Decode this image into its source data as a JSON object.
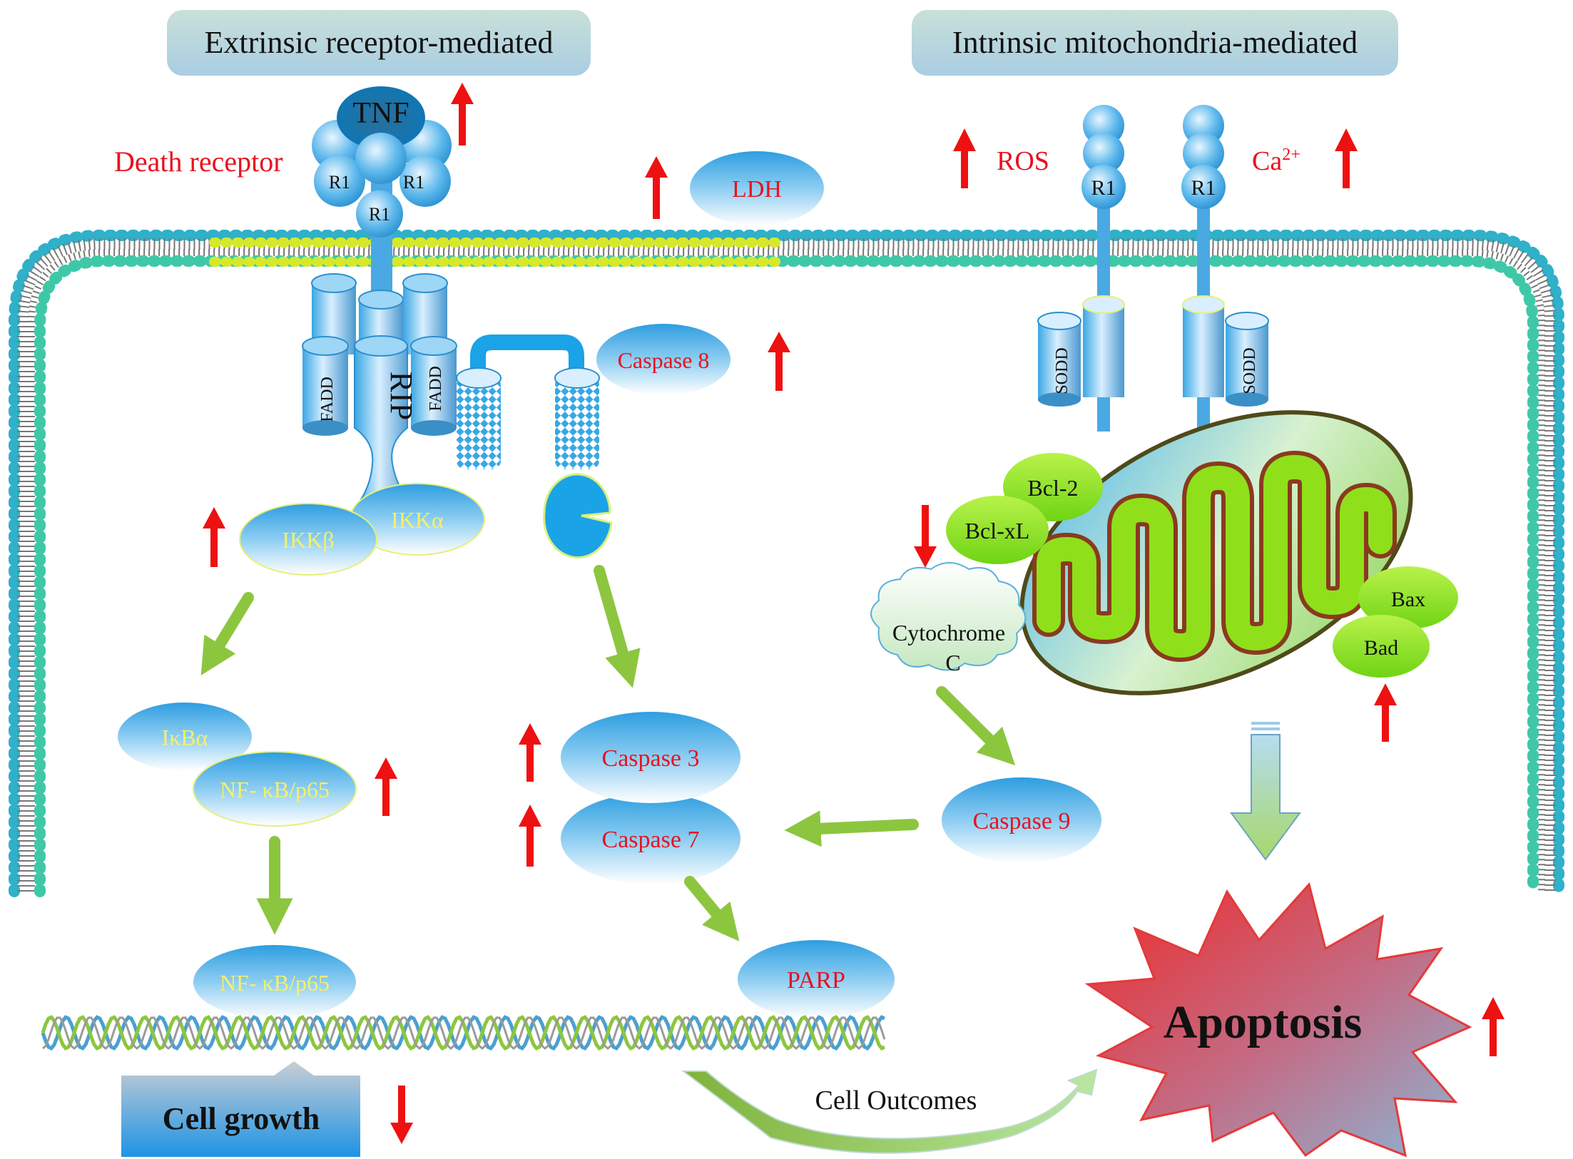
{
  "headers": {
    "extrinsic": "Extrinsic receptor-mediated",
    "intrinsic": "Intrinsic mitochondria-mediated"
  },
  "receptor": {
    "tnf": "TNF",
    "r1": "R1",
    "death_receptor": "Death receptor",
    "fadd": "FADD",
    "rip": "RIP",
    "sodd": "SODD"
  },
  "nodes": {
    "ldh": "LDH",
    "caspase8": "Caspase 8",
    "ikk_beta": "IKKβ",
    "ikk_alpha": "IKKα",
    "ikb_alpha": "IκBα",
    "nfkb_cyto": "NF- κB/p65",
    "nfkb_nuclear": "NF- κB/p65",
    "caspase3": "Caspase 3",
    "caspase7": "Caspase 7",
    "parp": "PARP",
    "caspase9": "Caspase 9",
    "cytochrome_line1": "Cytochrome",
    "cytochrome_line2": "C",
    "bcl2": "Bcl-2",
    "bclxl": "Bcl-xL",
    "bax": "Bax",
    "bad": "Bad",
    "ros": "ROS",
    "ca": "Ca",
    "ca_sup": "2+"
  },
  "outcomes": {
    "cell_growth": "Cell growth",
    "apoptosis": "Apoptosis",
    "cell_outcomes": "Cell Outcomes"
  },
  "colors": {
    "text_red": "#e8121e",
    "text_yellow": "#f4f06a",
    "arrow_red": "#ee1111",
    "arrow_green": "#8cc63f",
    "oval_blue": "#39a9e8",
    "green_protein": "#8fe01a",
    "header_fill": "#c3dbe3"
  },
  "regulation": {
    "tnf": "up",
    "ldh": "up",
    "caspase8": "up",
    "ikk": "up",
    "nfkb": "up",
    "caspase3": "up",
    "caspase7": "up",
    "ros": "up",
    "ca": "up",
    "bcl": "down",
    "bax_bad": "up",
    "apoptosis": "up",
    "cell_growth": "down"
  }
}
